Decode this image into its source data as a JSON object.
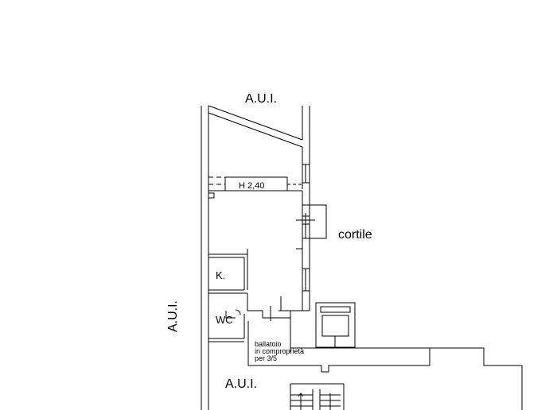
{
  "labels": {
    "aui_top": "A.U.I.",
    "aui_left": "A.U.I.",
    "aui_bottom": "A.U.I.",
    "cortile": "cortile",
    "height": "H 2,40",
    "kitchen": "K.",
    "wc": "WC"
  },
  "note": {
    "line1": "ballatoio",
    "line2": "in comproprietà",
    "line3": "per 3/5"
  },
  "colors": {
    "line": "#000000",
    "background": "#ffffff"
  }
}
